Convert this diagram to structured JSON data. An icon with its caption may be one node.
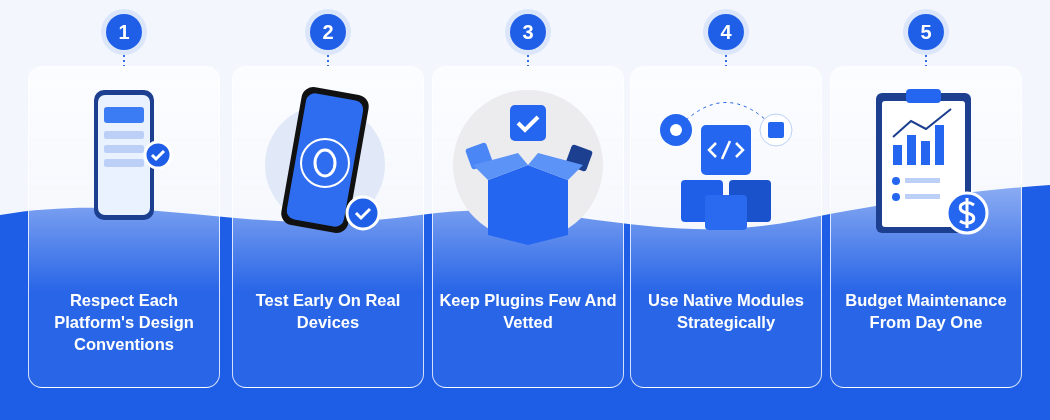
{
  "diagram": {
    "nodes": [
      {
        "text": [
          "1"
        ]
      },
      {
        "text": [
          "Respect Each Platform's Design Conventions"
        ]
      },
      {
        "text": [
          "2"
        ]
      },
      {
        "text": [
          "Test Early On Real Devices"
        ]
      },
      {
        "text": [
          "3"
        ]
      },
      {
        "text": [
          "Keep Plugins Few And Vetted"
        ]
      },
      {
        "text": [
          "4"
        ]
      },
      {
        "text": [
          "Use Native Modules Strategically"
        ]
      },
      {
        "text": [
          "5"
        ]
      },
      {
        "text": [
          "Budget Maintenance From Day One"
        ]
      }
    ],
    "edges": [
      {
        "from": 0,
        "to": 1,
        "arrow": "none",
        "style": "dashed"
      },
      {
        "from": 2,
        "to": 3,
        "arrow": "none",
        "style": "dashed"
      },
      {
        "from": 4,
        "to": 5,
        "arrow": "none",
        "style": "dashed"
      },
      {
        "from": 6,
        "to": 7,
        "arrow": "none",
        "style": "dashed"
      },
      {
        "from": 8,
        "to": 9,
        "arrow": "none",
        "style": "dashed"
      }
    ]
  }
}
